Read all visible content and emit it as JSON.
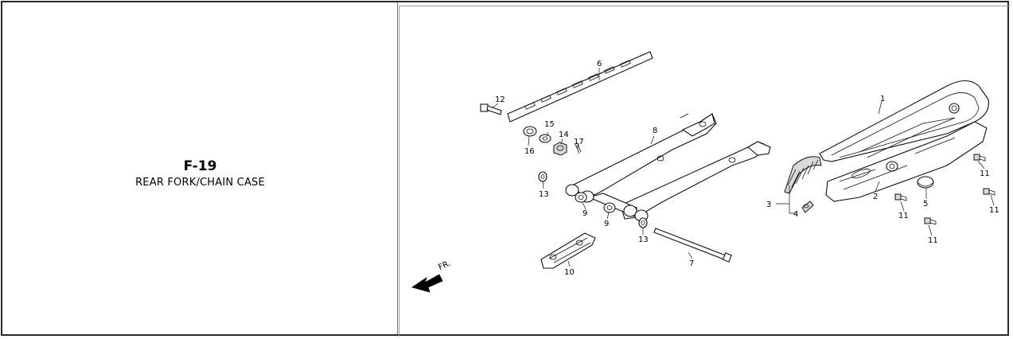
{
  "figure": {
    "code": "F-19",
    "title": "REAR FORK/CHAIN CASE"
  },
  "diagram": {
    "direction_label": "FR.",
    "callouts": {
      "c1": "1",
      "c2": "2",
      "c3": "3",
      "c4": "4",
      "c5": "5",
      "c6": "6",
      "c7": "7",
      "c8": "8",
      "c9a": "9",
      "c9b": "9",
      "c10": "10",
      "c11a": "11",
      "c11b": "11",
      "c11c": "11",
      "c11d": "11",
      "c12": "12",
      "c13a": "13",
      "c13b": "13",
      "c14": "14",
      "c15": "15",
      "c16": "16",
      "c17": "17"
    }
  }
}
